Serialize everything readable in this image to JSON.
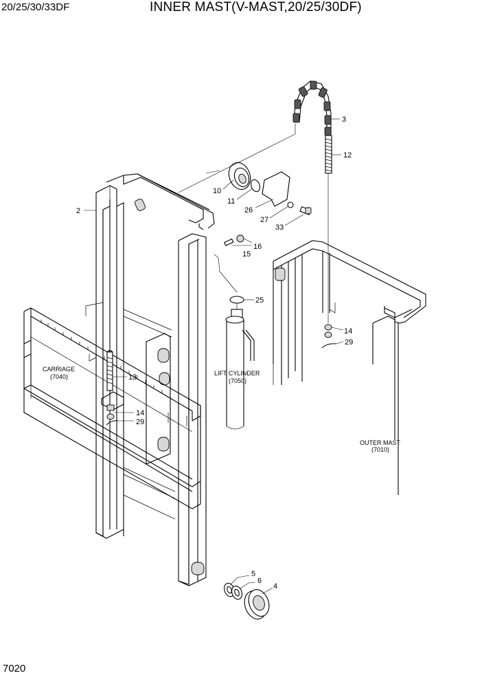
{
  "header": {
    "model": "20/25/30/33DF",
    "title": "INNER MAST(V-MAST,20/25/30DF)"
  },
  "footer": {
    "page_number": "7020"
  },
  "callouts": {
    "c3": "3",
    "c12": "12",
    "c10": "10",
    "c11": "11",
    "c26": "26",
    "c27": "27",
    "c33": "33",
    "c2": "2",
    "c16": "16",
    "c15": "15",
    "c25": "25",
    "c14a": "14",
    "c29a": "29",
    "c13": "13",
    "c14b": "14",
    "c29b": "29",
    "c5": "5",
    "c6": "6",
    "c4": "4"
  },
  "assembly_labels": {
    "carriage_name": "CARRIAGE",
    "carriage_ref": "(7040)",
    "lift_cylinder_name": "LIFT CYLINDER",
    "lift_cylinder_ref": "(7050)",
    "outer_mast_name": "OUTER MAST",
    "outer_mast_ref": "(7010)"
  }
}
